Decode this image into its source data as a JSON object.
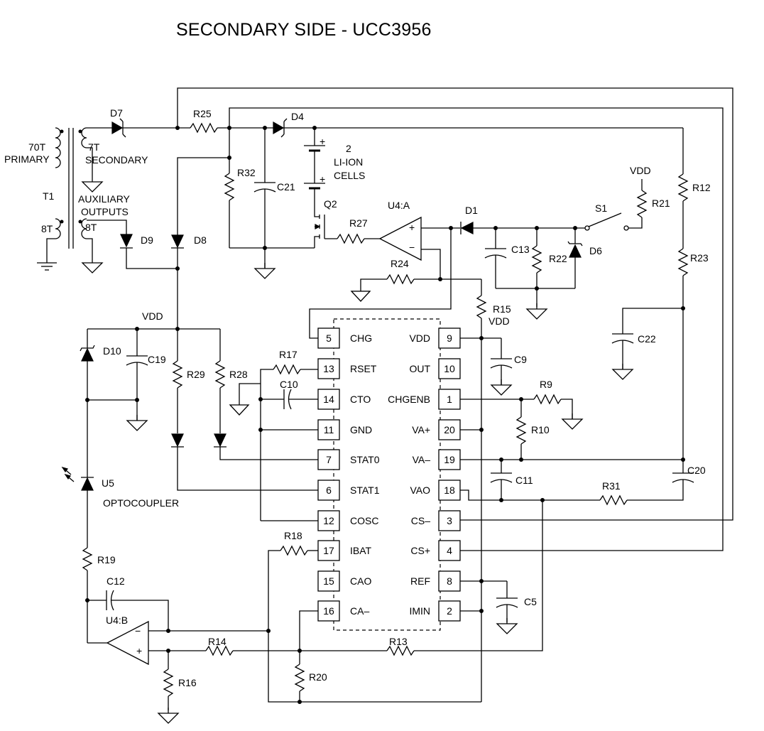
{
  "title": "SECONDARY SIDE - UCC3956",
  "ic_pins": {
    "left": [
      {
        "num": "5",
        "name": "CHG"
      },
      {
        "num": "13",
        "name": "RSET"
      },
      {
        "num": "14",
        "name": "CTO"
      },
      {
        "num": "11",
        "name": "GND"
      },
      {
        "num": "7",
        "name": "STAT0"
      },
      {
        "num": "6",
        "name": "STAT1"
      },
      {
        "num": "12",
        "name": "COSC"
      },
      {
        "num": "17",
        "name": "IBAT"
      },
      {
        "num": "15",
        "name": "CAO"
      },
      {
        "num": "16",
        "name": "CA–"
      }
    ],
    "right": [
      {
        "num": "9",
        "name": "VDD"
      },
      {
        "num": "10",
        "name": "OUT"
      },
      {
        "num": "1",
        "name": "CHGENB"
      },
      {
        "num": "20",
        "name": "VA+"
      },
      {
        "num": "19",
        "name": "VA–"
      },
      {
        "num": "18",
        "name": "VAO"
      },
      {
        "num": "3",
        "name": "CS–"
      },
      {
        "num": "4",
        "name": "CS+"
      },
      {
        "num": "8",
        "name": "REF"
      },
      {
        "num": "2",
        "name": "IMIN"
      }
    ]
  },
  "labels": {
    "t1": "T1",
    "primary_turns": "70T",
    "primary": "PRIMARY",
    "secondary_turns": "7T",
    "secondary": "SECONDARY",
    "auxiliary": "AUXILIARY",
    "outputs": "OUTPUTS",
    "aux_left_turns": "8T",
    "aux_right_turns": "8T",
    "d7": "D7",
    "r25": "R25",
    "d4": "D4",
    "cells_count": "2",
    "cells_type": "LI-ION",
    "cells": "CELLS",
    "r32": "R32",
    "c21": "C21",
    "q2": "Q2",
    "d9": "D9",
    "d8": "D8",
    "r27": "R27",
    "u4a": "U4:A",
    "d1": "D1",
    "c13": "C13",
    "r22": "R22",
    "d6": "D6",
    "s1": "S1",
    "vdd_top": "VDD",
    "r21": "R21",
    "r12": "R12",
    "r23": "R23",
    "r24": "R24",
    "r15": "R15",
    "r15_vdd": "VDD",
    "vdd_left": "VDD",
    "d10": "D10",
    "c19": "C19",
    "r29": "R29",
    "r28": "R28",
    "r17": "R17",
    "c10": "C10",
    "c9": "C9",
    "c22": "C22",
    "r9": "R9",
    "r10": "R10",
    "c11": "C11",
    "c20": "C20",
    "r31": "R31",
    "u5": "U5",
    "optocoupler": "OPTOCOUPLER",
    "r18": "R18",
    "c5": "C5",
    "r19": "R19",
    "c12": "C12",
    "u4b": "U4:B",
    "r14": "R14",
    "r13": "R13",
    "r16": "R16",
    "r20": "R20",
    "plus": "+",
    "minus": "−"
  }
}
